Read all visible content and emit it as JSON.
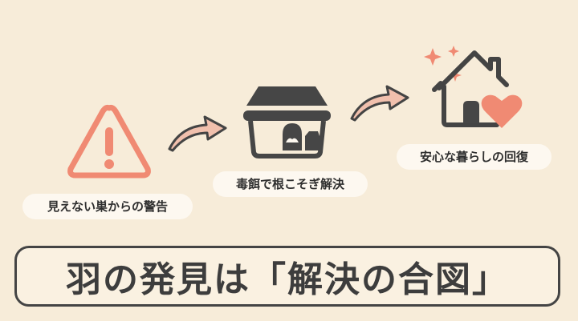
{
  "steps": [
    {
      "label": "見えない巣からの警告",
      "icon": "warning-triangle-icon"
    },
    {
      "label": "毒餌で根こそぎ解決",
      "icon": "bait-station-icon"
    },
    {
      "label": "安心な暮らしの回復",
      "icon": "house-heart-icon"
    }
  ],
  "banner": {
    "text": "羽の発見は「解決の合図」"
  },
  "colors": {
    "background": "#f7ecd9",
    "accent": "#f08a73",
    "dark": "#444444",
    "pill": "#fdf8f0"
  }
}
